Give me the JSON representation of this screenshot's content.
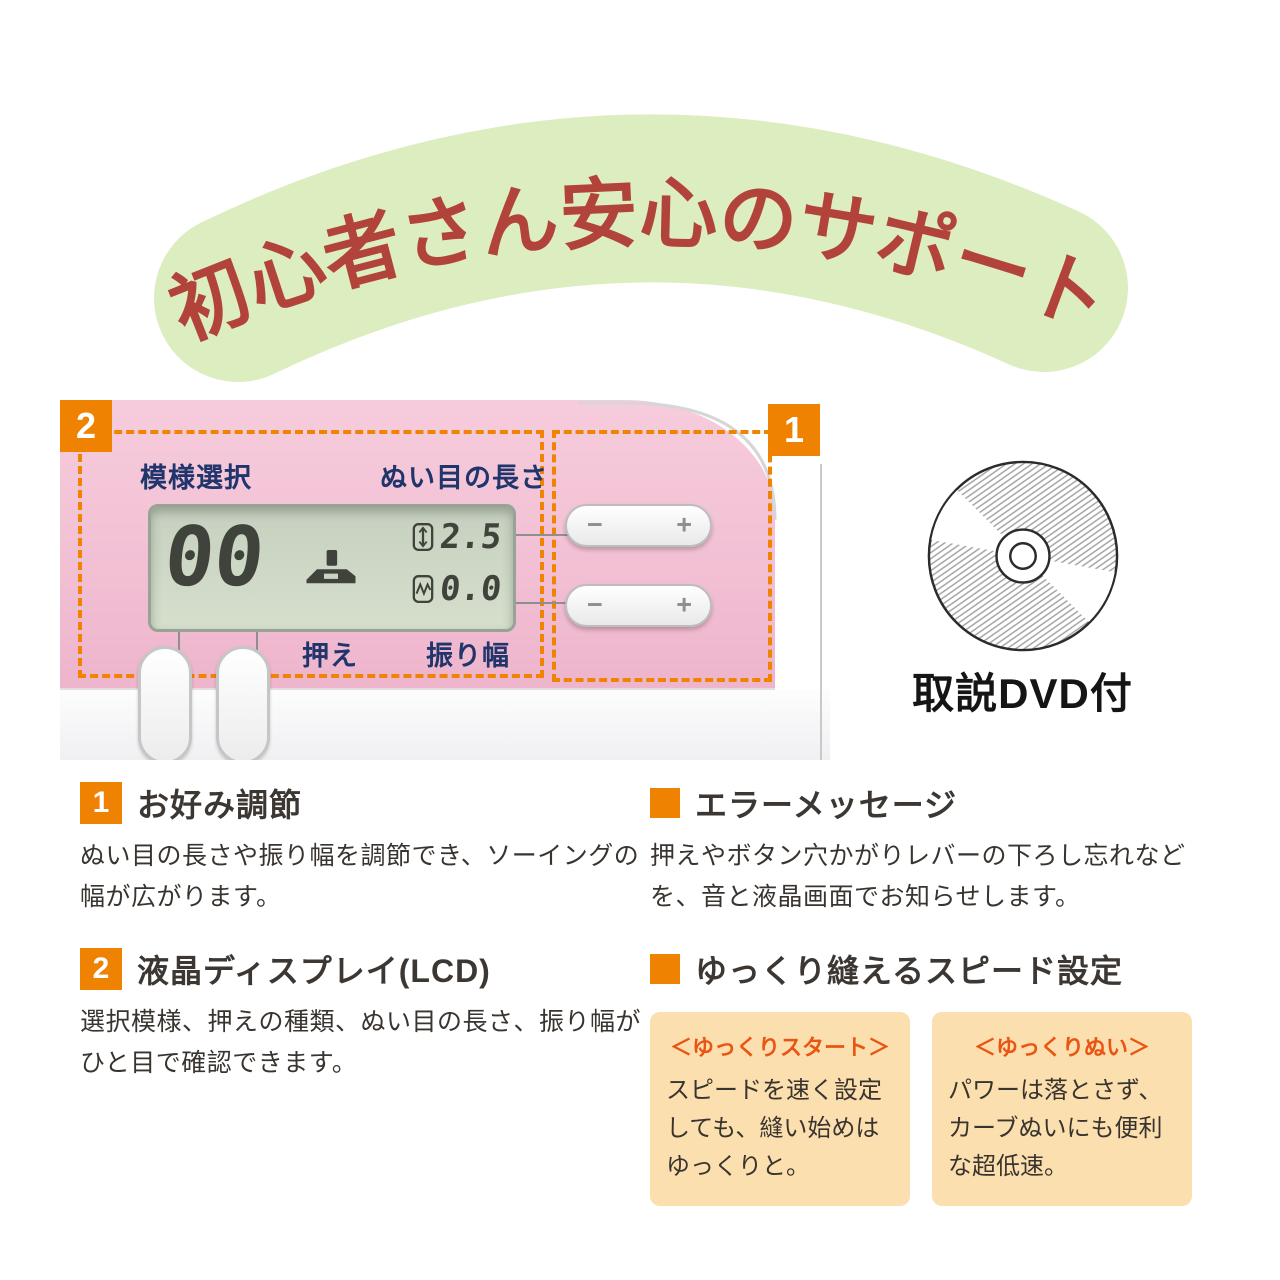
{
  "colors": {
    "accent_orange": "#ef8200",
    "banner_green": "#dcedc0",
    "banner_red": "#b2433b",
    "box_bg": "#fcdfae",
    "box_title_orange": "#e95513",
    "panel_pink": "#f2c0d4",
    "label_navy": "#20356b",
    "lcd_green": "#cbd5c5"
  },
  "banner": {
    "text": "初心者さん安心のサポート"
  },
  "panel": {
    "badge_lcd": "2",
    "badge_adjust": "1",
    "label_pattern_select": "模様選択",
    "label_stitch_length": "ぬい目の長さ",
    "label_presser": "押え",
    "label_swing_width": "振り幅",
    "lcd_pattern_number": "00",
    "lcd_stitch_length": "2.5",
    "lcd_swing_width": "0.0",
    "button_minus": "−",
    "button_plus": "+"
  },
  "dvd": {
    "caption": "取説DVD付"
  },
  "features": {
    "adjust": {
      "num": "1",
      "title": "お好み調節",
      "body": "ぬい目の長さや振り幅を調節でき、ソーイングの幅が広がります。"
    },
    "error": {
      "title": "エラーメッセージ",
      "body": "押えやボタン穴かがりレバーの下ろし忘れなどを、音と液晶画面でお知らせします。"
    },
    "lcd": {
      "num": "2",
      "title": "液晶ディスプレイ(LCD)",
      "body": "選択模様、押えの種類、ぬい目の長さ、振り幅がひと目で確認できます。"
    },
    "speed": {
      "title": "ゆっくり縫えるスピード設定"
    }
  },
  "speed_boxes": [
    {
      "title": "＜ゆっくりスタート＞",
      "body": "スピードを速く設定しても、縫い始めはゆっくりと。"
    },
    {
      "title": "＜ゆっくりぬい＞",
      "body": "パワーは落とさず、カーブぬいにも便利な超低速。"
    }
  ]
}
